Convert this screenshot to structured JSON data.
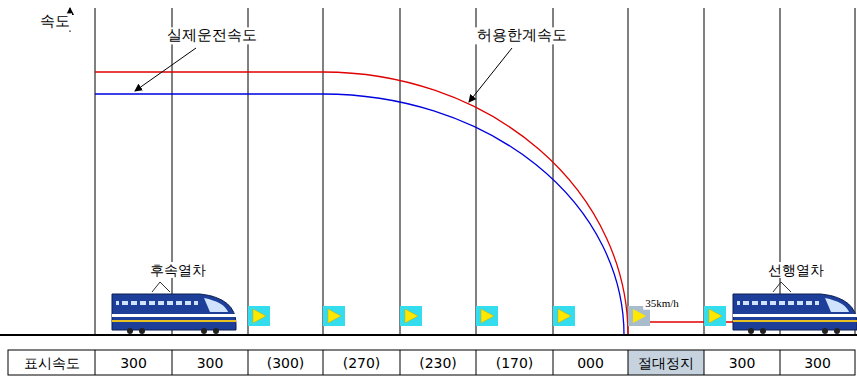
{
  "diagram": {
    "labels": [
      "속도",
      "실제운전속도",
      "허용한계속도",
      "후속열차",
      "35km/h",
      "선행열차",
      "표시속도",
      "300",
      "300",
      "(300)",
      "(270)",
      "(230)",
      "(170)",
      "000",
      "절대정지",
      "300",
      "300"
    ]
  }
}
